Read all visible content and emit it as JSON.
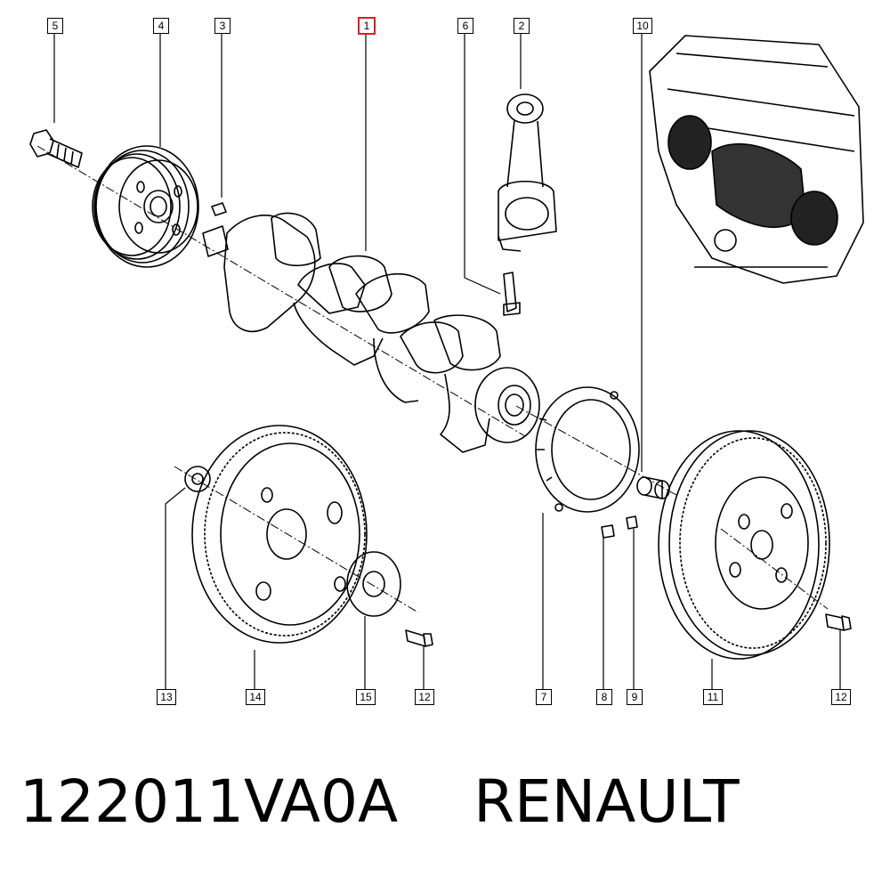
{
  "callouts": {
    "c1": "1",
    "c2": "2",
    "c3": "3",
    "c4": "4",
    "c5": "5",
    "c6": "6",
    "c10": "10",
    "c13": "13",
    "c14": "14",
    "c15": "15",
    "c12a": "12",
    "c7": "7",
    "c8": "8",
    "c9": "9",
    "c11": "11",
    "c12b": "12"
  },
  "highlighted_callout": "1",
  "caption": {
    "part_number": "122011VA0A",
    "brand": "RENAULT"
  },
  "colors": {
    "line": "#000000",
    "highlight": "#d4202a",
    "background": "#ffffff"
  }
}
